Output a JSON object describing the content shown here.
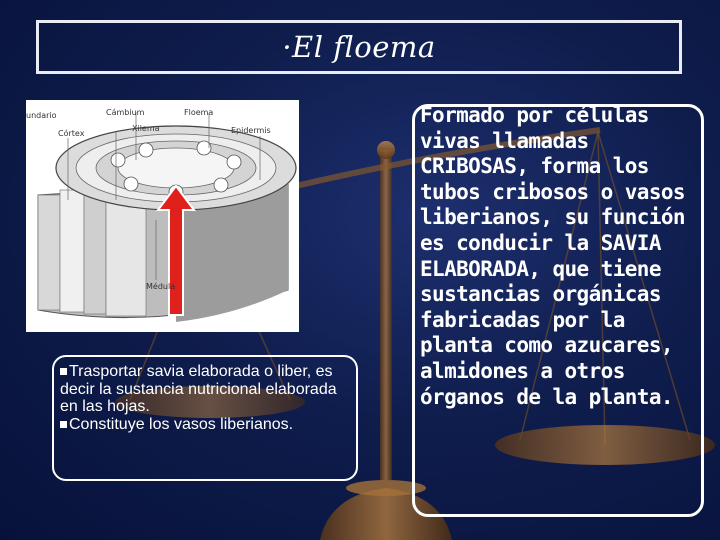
{
  "slide": {
    "title": "·El floema",
    "figure": {
      "labels": {
        "secundario": "undario",
        "cambium": "Cámbium",
        "floema": "Floema",
        "cortex": "Córtex",
        "xilema": "Xilema",
        "epidermis": "Epidermis",
        "medula": "Médula"
      },
      "arrow_color": "#e0201b"
    },
    "bullets": [
      "Trasportar savia elaborada o liber, es decir la sustancia nutricional elaborada en las hojas.",
      "Constituye los vasos liberianos."
    ],
    "description": "Formado por células vivas llamadas CRIBOSAS, forma los tubos cribosos o vasos liberianos, su función es conducir la SAVIA ELABORADA, que tiene sustancias orgánicas fabricadas por la planta como azucares, almidones a otros órganos de la planta.",
    "colors": {
      "background": "#0f1d4d",
      "text": "#ffffff",
      "scale_bronze": "#8a5a2b"
    }
  }
}
